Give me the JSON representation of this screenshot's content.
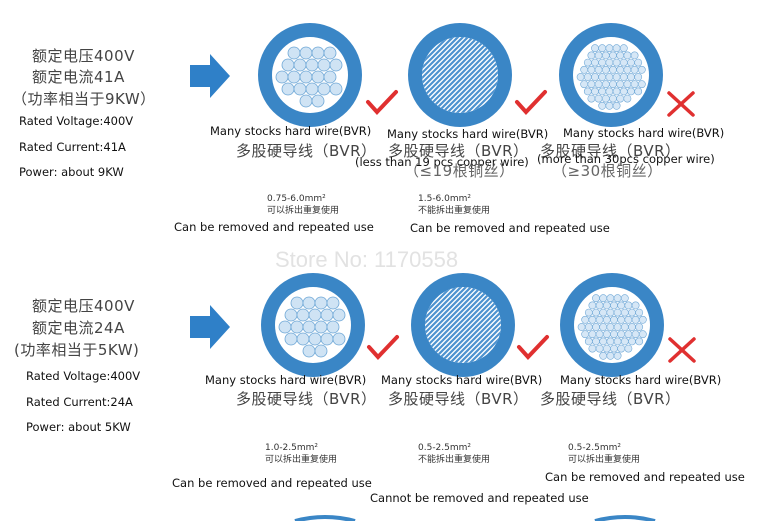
{
  "section_top": {
    "specs_cn": [
      "额定电压400V",
      "额定电流41A",
      "（功率相当于9KW）"
    ],
    "specs_en": [
      "Rated Voltage:400V",
      "Rated Current:41A",
      "Power: about 9KW"
    ],
    "wires": [
      {
        "caption_en": "Many stocks hard wire(BVR)",
        "caption_cn": "多股硬导线（BVR）",
        "note_en": "",
        "note_cn": "",
        "mark": "check"
      },
      {
        "caption_en": "Many stocks hard wire(BVR)",
        "caption_cn": "多股硬导线（BVR）",
        "note_en": "(less than 19 pcs copper wire)",
        "note_cn": "（≤19根铜丝）",
        "mark": "check"
      },
      {
        "caption_en": "Many stocks hard wire(BVR)",
        "caption_cn": "多股硬导线（BVR）",
        "note_en": "(more than 30pcs copper wire)",
        "note_cn": "（≥30根铜丝）",
        "mark": "cross"
      }
    ],
    "ranges": [
      {
        "size": "0.75-6.0mm²",
        "cn": "可以拆出重复使用",
        "en": "Can be removed and repeated use"
      },
      {
        "size": "1.5-6.0mm²",
        "cn": "不能拆出重复使用",
        "en": "Can be removed and repeated use"
      }
    ]
  },
  "watermark": "Store No: 1170558",
  "section_bottom": {
    "specs_cn": [
      "额定电压400V",
      "额定电流24A",
      "(功率相当于5KW)"
    ],
    "specs_en": [
      "Rated Voltage:400V",
      "Rated Current:24A",
      "Power: about 5KW"
    ],
    "wires": [
      {
        "caption_en": "Many stocks hard wire(BVR)",
        "caption_cn": "多股硬导线（BVR）",
        "mark": "check"
      },
      {
        "caption_en": "Many stocks hard wire(BVR)",
        "caption_cn": "多股硬导线（BVR）",
        "mark": "check"
      },
      {
        "caption_en": "Many stocks hard wire(BVR)",
        "caption_cn": "多股硬导线（BVR）",
        "mark": "cross"
      }
    ],
    "ranges": [
      {
        "size": "1.0-2.5mm²",
        "cn": "可以拆出重复使用",
        "en": "Can be removed and repeated use"
      },
      {
        "size": "0.5-2.5mm²",
        "cn": "不能拆出重复使用",
        "en": "Cannot be removed and repeated use"
      },
      {
        "size": "0.5-2.5mm²",
        "cn": "可以拆出重复使用",
        "en": "Can be removed and repeated use"
      }
    ]
  },
  "colors": {
    "arrow": "#2f80c8",
    "ring": "#3a86c6",
    "check": "#e03030",
    "cross": "#e03030"
  }
}
